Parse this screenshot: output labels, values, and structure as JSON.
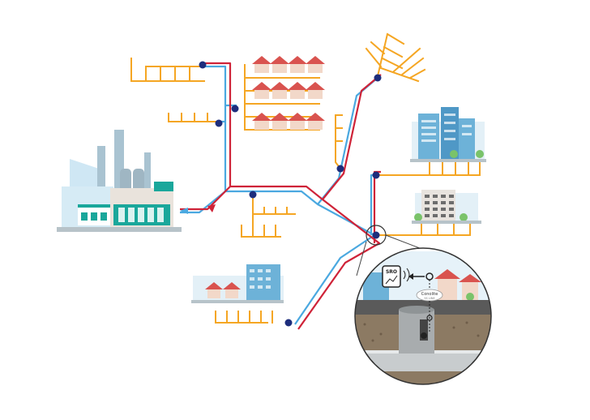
{
  "labels": {
    "sensor_display": "SRO",
    "cloud_brand": "Conolite",
    "cloud_sub": "SS LINE"
  },
  "colors": {
    "supply_pipe": "#cf2338",
    "return_pipe": "#4aa8e0",
    "branch_pipe": "#f5a623",
    "junction_node": "#1d2d7c",
    "factory_teal": "#1aa79b",
    "building_blue": "#6db2d8",
    "house_roof": "#d9534f",
    "soil": "#8c7a63"
  },
  "icons": {
    "factory": "factory-icon",
    "houses": "house-icon",
    "office": "office-building-icon",
    "apartment": "apartment-building-icon",
    "sensor": "sensor-device-icon",
    "cloud": "cloud-icon",
    "manhole": "manhole-icon"
  }
}
